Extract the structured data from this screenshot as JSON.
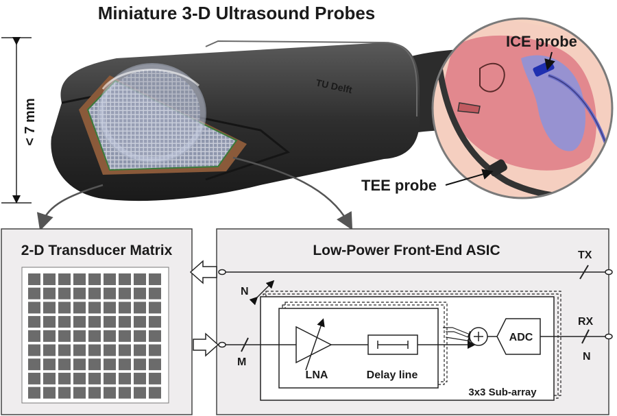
{
  "title": "Miniature 3-D Ultrasound Probes",
  "dimension": {
    "label": "< 7 mm"
  },
  "probe": {
    "logo_text": "TU Delft"
  },
  "inset": {
    "ice_label": "ICE probe",
    "tee_label": "TEE probe"
  },
  "matrix_box": {
    "title": "2-D Transducer Matrix",
    "rows": 9,
    "cols": 9
  },
  "asic_box": {
    "title": "Low-Power Front-End ASIC",
    "tx_label": "TX",
    "rx_label": "RX",
    "n_top": "N",
    "n_bottom": "N",
    "m_label": "M",
    "lna_label": "LNA",
    "delay_label": "Delay line",
    "adc_label": "ADC",
    "subarray_label": "3x3 Sub-array"
  },
  "colors": {
    "box_fill": "#efedee",
    "cell": "#6b6b6b",
    "probe_body": "#2f2f2f",
    "heart": "#e07a82",
    "vessel_blue": "#7f86d6",
    "ice_blue": "#2233bb"
  }
}
